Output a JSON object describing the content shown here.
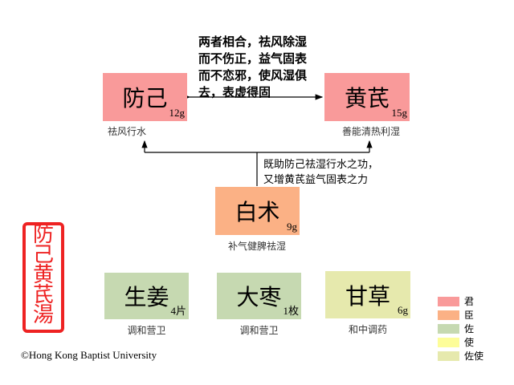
{
  "herbs": [
    {
      "name": "防己",
      "dose": "12g",
      "effect": "祛风行水",
      "role": "君",
      "color": "#f99a9a"
    },
    {
      "name": "黄芪",
      "dose": "15g",
      "effect": "善能清热利湿",
      "role": "君",
      "color": "#f99a9a"
    },
    {
      "name": "白术",
      "dose": "9g",
      "effect": "补气健脾祛湿",
      "role": "臣",
      "color": "#fbb185"
    },
    {
      "name": "生姜",
      "dose": "4片",
      "effect": "调和营卫",
      "role": "佐",
      "color": "#c6d9b1"
    },
    {
      "name": "大枣",
      "dose": "1枚",
      "effect": "调和营卫",
      "role": "佐",
      "color": "#c6d9b1"
    },
    {
      "name": "甘草",
      "dose": "6g",
      "effect": "和中调药",
      "role": "佐使",
      "color": "#e6e9ad"
    }
  ],
  "notes": {
    "synergy": [
      "两者相合，祛风除湿",
      "而不伤正，益气固表",
      "而不恋邪，使风湿俱",
      "去，表虚得固"
    ],
    "baizhu": [
      "既助防己祛湿行水之功，",
      "又增黄芪益气固表之力"
    ]
  },
  "seal": "防己黄芪湯",
  "legend": [
    {
      "label": "君",
      "color": "#f99a9a"
    },
    {
      "label": "臣",
      "color": "#fbb185"
    },
    {
      "label": "佐",
      "color": "#c6d9b1"
    },
    {
      "label": "使",
      "color": "#fdfd99"
    },
    {
      "label": "佐使",
      "color": "#e6e9ad"
    }
  ],
  "copyright": "©Hong Kong Baptist University"
}
